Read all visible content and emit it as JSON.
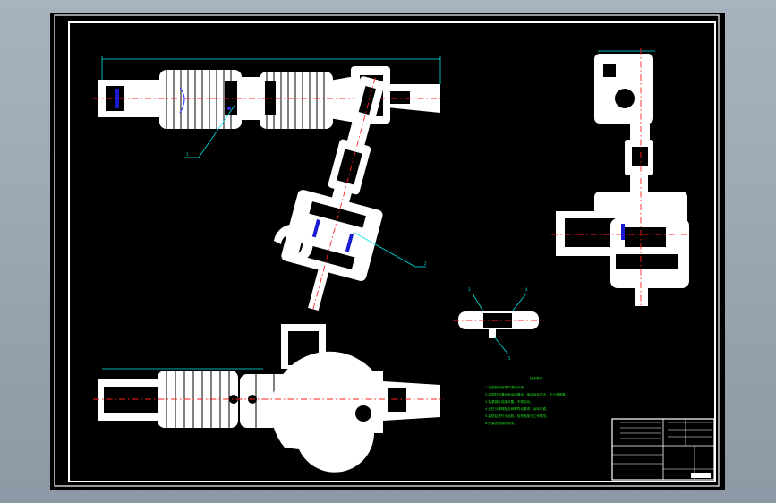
{
  "drawing": {
    "background": "#000000",
    "line_color": "#ffffff",
    "centerline_color": "#ff2020",
    "dimension_color": "#00e5e5",
    "notes_color": "#20e020"
  },
  "callouts": {
    "top_view_leader": "1",
    "arm_leader": "2",
    "small_part_left": "3",
    "small_part_right": "4",
    "small_part_bottom": "5"
  },
  "notes": {
    "title": "技术要求",
    "lines": [
      "1.装配前所有零件清洗干净。",
      "2.装配时各滑动面涂润滑油，保证运动灵活，无卡滞现象。",
      "3.各紧固件连接可靠，不得松动。",
      "4.丝杠与螺母配合间隙符合要求，运动平稳。",
      "5.装配后进行试运转，检查各部分工作情况。",
      "6.外露表面涂防锈漆。"
    ]
  },
  "title_block": {
    "sheet_label": "装配图"
  }
}
